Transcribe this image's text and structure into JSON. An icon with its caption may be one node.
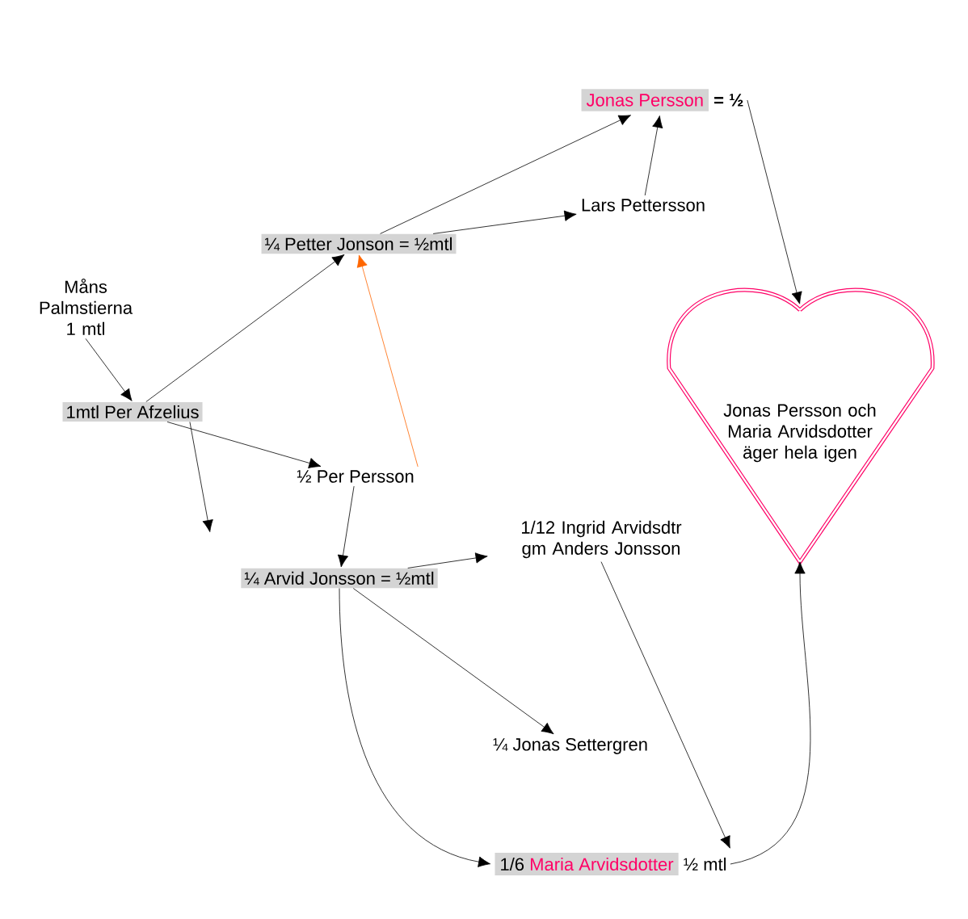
{
  "diagram": {
    "nodes": [
      {
        "text": [
          "Måns Palmstierna 1 mtl"
        ]
      },
      {
        "text": [
          "1mtl Per Afzelius"
        ]
      },
      {
        "text": [
          "¼ Petter Jonson = ½mtl"
        ]
      },
      {
        "text": [
          "Jonas Persson",
          "= ½"
        ]
      },
      {
        "text": [
          "Lars Pettersson"
        ]
      },
      {
        "text": [
          "Jonas Persson och Maria Arvidsdotter äger hela igen"
        ]
      },
      {
        "text": [
          "½ Per Persson"
        ]
      },
      {
        "text": [
          "¼ Arvid Jonsson = ½mtl"
        ]
      },
      {
        "text": [
          "1/12 Ingrid Arvidsdtr gm Anders Jonsson"
        ]
      },
      {
        "text": [
          "¼ Jonas Settergren"
        ]
      },
      {
        "text": [
          "1/6",
          "Maria Arvidsdotter",
          "½ mtl"
        ]
      }
    ],
    "edges": [
      {
        "from": 0,
        "to": 1,
        "arrow": "to"
      },
      {
        "from": 1,
        "to": 2,
        "arrow": "to"
      },
      {
        "from": 1,
        "to": 6,
        "arrow": "to"
      },
      {
        "from": 1,
        "to": null,
        "arrow": "to"
      },
      {
        "from": 2,
        "to": 3,
        "arrow": "to"
      },
      {
        "from": 2,
        "to": 4,
        "arrow": "to"
      },
      {
        "from": 4,
        "to": 3,
        "arrow": "to"
      },
      {
        "from": 6,
        "to": 2,
        "arrow": "to",
        "color": "#ff6600"
      },
      {
        "from": 6,
        "to": 7,
        "arrow": "to"
      },
      {
        "from": 7,
        "to": 8,
        "arrow": "to"
      },
      {
        "from": 7,
        "to": 9,
        "arrow": "to"
      },
      {
        "from": 7,
        "to": 10,
        "arrow": "to"
      },
      {
        "from": 8,
        "to": 10,
        "arrow": "to"
      },
      {
        "from": 10,
        "to": 5,
        "arrow": "to"
      },
      {
        "from": 3,
        "to": 5,
        "arrow": "to"
      }
    ]
  }
}
